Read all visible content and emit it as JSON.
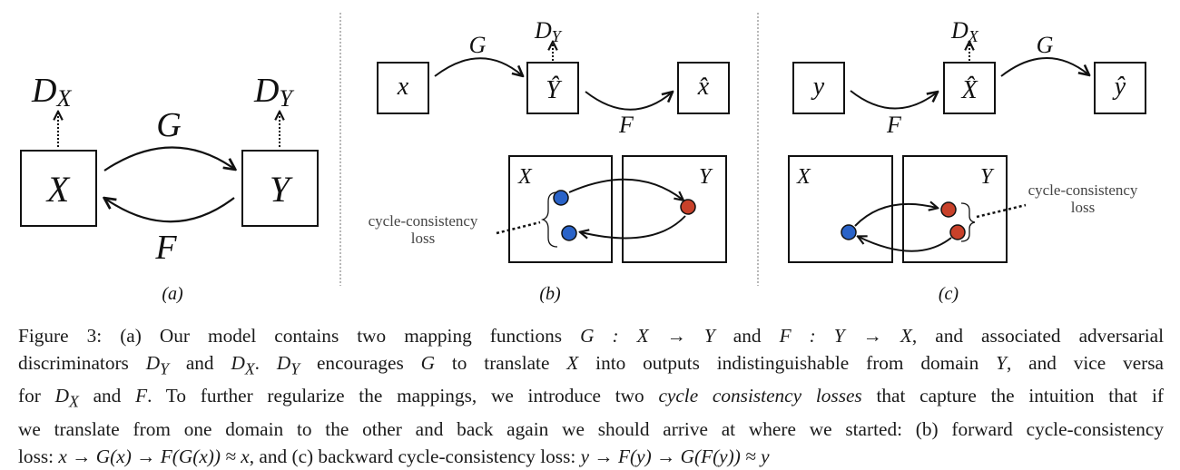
{
  "panels": {
    "a": {
      "label": "(a)",
      "nodes": {
        "x": "X",
        "y": "Y"
      },
      "edges": {
        "g": "G",
        "f": "F"
      },
      "discriminators": {
        "dx_main": "D",
        "dx_sub": "X",
        "dy_main": "D",
        "dy_sub": "Y"
      }
    },
    "b": {
      "label": "(b)",
      "nodes": {
        "input": "x",
        "mid": "Ŷ",
        "output": "x̂"
      },
      "edges": {
        "g": "G",
        "f": "F"
      },
      "discriminator": {
        "main": "D",
        "sub": "Y"
      },
      "domains": {
        "left": "X",
        "right": "Y"
      },
      "annotation_line1": "cycle-consistency",
      "annotation_line2": "loss"
    },
    "c": {
      "label": "(c)",
      "nodes": {
        "input": "y",
        "mid": "X̂",
        "output": "ŷ"
      },
      "edges": {
        "f": "F",
        "g": "G"
      },
      "discriminator": {
        "main": "D",
        "sub": "X"
      },
      "domains": {
        "left": "X",
        "right": "Y"
      },
      "annotation_line1": "cycle-consistency",
      "annotation_line2": "loss"
    }
  },
  "colors": {
    "source_point": "#2a63c8",
    "target_point": "#c8412a"
  },
  "caption": {
    "lines": [
      "Figure 3: (a) Our model contains two mapping functions G : X → Y and F : Y → X, and associated adversarial",
      "discriminators D_Y and D_X. D_Y encourages G to translate X into outputs indistinguishable from domain Y, and vice versa",
      "for D_X and F. To further regularize the mappings, we introduce two cycle consistency losses that capture the intuition that if",
      "we translate from one domain to the other and back again we should arrive at where we started: (b) forward cycle-consistency",
      "loss: x → G(x) → F(G(x)) ≈ x, and (c) backward cycle-consistency loss: y → F(y) → G(F(y)) ≈ y"
    ],
    "parts": {
      "l1_a": "Figure 3: (a) Our model contains two mapping functions ",
      "l1_m1": "G : X → Y",
      "l1_b": " and ",
      "l1_m2": "F : Y → X",
      "l1_c": ", and associated adversarial",
      "l2_a": "discriminators ",
      "l2_m1": "D",
      "l2_s1": "Y",
      "l2_b": " and ",
      "l2_m2": "D",
      "l2_s2": "X",
      "l2_c": ". ",
      "l2_m3": "D",
      "l2_s3": "Y",
      "l2_d": " encourages ",
      "l2_m4": "G",
      "l2_e": " to translate ",
      "l2_m5": "X",
      "l2_f": " into outputs indistinguishable from domain ",
      "l2_m6": "Y",
      "l2_g": ", and vice versa",
      "l3_a": "for ",
      "l3_m1": "D",
      "l3_s1": "X",
      "l3_b": " and ",
      "l3_m2": "F",
      "l3_c": ". To further regularize the mappings, we introduce two ",
      "l3_em": "cycle consistency losses",
      "l3_d": " that capture the intuition that if",
      "l4": "we translate from one domain to the other and back again we should arrive at where we started: (b) forward cycle-consistency",
      "l5_a": "loss: ",
      "l5_m1": "x → G(x) → F(G(x)) ≈ x",
      "l5_b": ", and (c) backward cycle-consistency loss: ",
      "l5_m2": "y → F(y) → G(F(y)) ≈ y"
    }
  }
}
